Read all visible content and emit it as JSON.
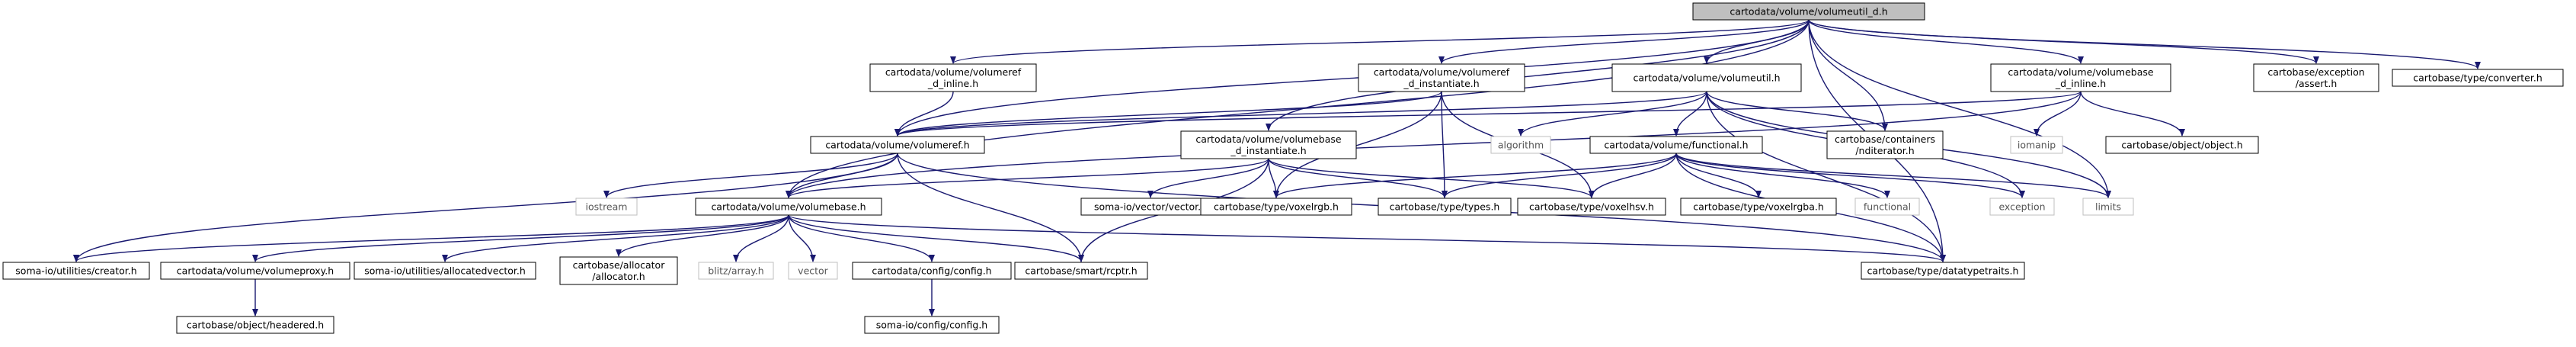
{
  "graph": {
    "title": "cartodata/volume/volumeutil_d.h",
    "nodes": {
      "root": {
        "lines": [
          "cartodata/volume/volumeutil_d.h"
        ],
        "kind": "root"
      },
      "volumeref_d_inline": {
        "lines": [
          "cartodata/volume/volumeref",
          "_d_inline.h"
        ],
        "kind": "file"
      },
      "volumeref_d_instantiate": {
        "lines": [
          "cartodata/volume/volumeref",
          "_d_instantiate.h"
        ],
        "kind": "file"
      },
      "volumeutil_h": {
        "lines": [
          "cartodata/volume/volumeutil.h"
        ],
        "kind": "file"
      },
      "volumebase_d_inline": {
        "lines": [
          "cartodata/volume/volumebase",
          "_d_inline.h"
        ],
        "kind": "file"
      },
      "assert_h": {
        "lines": [
          "cartobase/exception",
          "/assert.h"
        ],
        "kind": "file"
      },
      "converter_h": {
        "lines": [
          "cartobase/type/converter.h"
        ],
        "kind": "file"
      },
      "volumeref_h": {
        "lines": [
          "cartodata/volume/volumeref.h"
        ],
        "kind": "file"
      },
      "volumebase_d_instantiate": {
        "lines": [
          "cartodata/volume/volumebase",
          "_d_instantiate.h"
        ],
        "kind": "file"
      },
      "algorithm": {
        "lines": [
          "algorithm"
        ],
        "kind": "system"
      },
      "functional_h": {
        "lines": [
          "cartodata/volume/functional.h"
        ],
        "kind": "file"
      },
      "rcontainer_iterator": {
        "lines": [
          "cartobase/containers",
          "/nditerator.h"
        ],
        "kind": "file"
      },
      "iomanip": {
        "lines": [
          "iomanip"
        ],
        "kind": "system"
      },
      "object_h": {
        "lines": [
          "cartobase/object/object.h"
        ],
        "kind": "file"
      },
      "iostream": {
        "lines": [
          "iostream"
        ],
        "kind": "system"
      },
      "volumebase_h": {
        "lines": [
          "cartodata/volume/volumebase.h"
        ],
        "kind": "file"
      },
      "somaio_vector": {
        "lines": [
          "soma-io/vector/vector.h"
        ],
        "kind": "file"
      },
      "voxelrgb_h": {
        "lines": [
          "cartobase/type/voxelrgb.h"
        ],
        "kind": "file"
      },
      "types_h": {
        "lines": [
          "cartobase/type/types.h"
        ],
        "kind": "file"
      },
      "voxelhsv_h": {
        "lines": [
          "cartobase/type/voxelhsv.h"
        ],
        "kind": "file"
      },
      "voxelrgba_h": {
        "lines": [
          "cartobase/type/voxelrgba.h"
        ],
        "kind": "file"
      },
      "functional": {
        "lines": [
          "functional"
        ],
        "kind": "system"
      },
      "exception": {
        "lines": [
          "exception"
        ],
        "kind": "system"
      },
      "limits": {
        "lines": [
          "limits"
        ],
        "kind": "system"
      },
      "creator_h": {
        "lines": [
          "soma-io/utilities/creator.h"
        ],
        "kind": "file"
      },
      "volumeproxy_h": {
        "lines": [
          "cartodata/volume/volumeproxy.h"
        ],
        "kind": "file"
      },
      "allocatedvector_h": {
        "lines": [
          "soma-io/utilities/allocatedvector.h"
        ],
        "kind": "file"
      },
      "allocator_h": {
        "lines": [
          "cartobase/allocator",
          "/allocator.h"
        ],
        "kind": "file"
      },
      "blitz_array": {
        "lines": [
          "blitz/array.h"
        ],
        "kind": "system"
      },
      "vector": {
        "lines": [
          "vector"
        ],
        "kind": "system"
      },
      "config_h": {
        "lines": [
          "cartodata/config/config.h"
        ],
        "kind": "file"
      },
      "rcptr_h": {
        "lines": [
          "cartobase/smart/rcptr.h"
        ],
        "kind": "file"
      },
      "datatypetraits_h": {
        "lines": [
          "cartobase/type/datatypetraits.h"
        ],
        "kind": "file"
      },
      "headered_h": {
        "lines": [
          "cartobase/object/headered.h"
        ],
        "kind": "file"
      },
      "somaio_config_h": {
        "lines": [
          "soma-io/config/config.h"
        ],
        "kind": "file"
      }
    },
    "edges": [
      [
        "root",
        "volumeref_d_inline"
      ],
      [
        "root",
        "volumeref_d_instantiate"
      ],
      [
        "root",
        "volumeutil_h"
      ],
      [
        "root",
        "volumebase_d_inline"
      ],
      [
        "root",
        "assert_h"
      ],
      [
        "root",
        "converter_h"
      ],
      [
        "root",
        "volumeref_h"
      ],
      [
        "root",
        "volumebase_d_instantiate"
      ],
      [
        "root",
        "volumebase_h"
      ],
      [
        "root",
        "rcontainer_iterator"
      ],
      [
        "root",
        "limits"
      ],
      [
        "root",
        "datatypetraits_h"
      ],
      [
        "volumeref_d_inline",
        "volumeref_h"
      ],
      [
        "volumeref_d_instantiate",
        "volumeref_h"
      ],
      [
        "volumeref_d_instantiate",
        "voxelrgb_h"
      ],
      [
        "volumeref_d_instantiate",
        "types_h"
      ],
      [
        "volumeref_d_instantiate",
        "voxelhsv_h"
      ],
      [
        "volumeutil_h",
        "volumeref_h"
      ],
      [
        "volumeutil_h",
        "algorithm"
      ],
      [
        "volumeutil_h",
        "functional_h"
      ],
      [
        "volumeutil_h",
        "rcontainer_iterator"
      ],
      [
        "volumeutil_h",
        "exception"
      ],
      [
        "volumeutil_h",
        "limits"
      ],
      [
        "volumeutil_h",
        "datatypetraits_h"
      ],
      [
        "volumebase_d_inline",
        "volumeref_h"
      ],
      [
        "volumebase_d_inline",
        "iomanip"
      ],
      [
        "volumebase_d_inline",
        "object_h"
      ],
      [
        "volumebase_d_inline",
        "volumebase_h"
      ],
      [
        "volumeref_h",
        "iostream"
      ],
      [
        "volumeref_h",
        "volumebase_h"
      ],
      [
        "volumeref_h",
        "creator_h"
      ],
      [
        "volumeref_h",
        "rcptr_h"
      ],
      [
        "volumeref_h",
        "datatypetraits_h"
      ],
      [
        "volumebase_d_instantiate",
        "volumebase_h"
      ],
      [
        "volumebase_d_instantiate",
        "somaio_vector"
      ],
      [
        "volumebase_d_instantiate",
        "voxelrgb_h"
      ],
      [
        "volumebase_d_instantiate",
        "types_h"
      ],
      [
        "volumebase_d_instantiate",
        "voxelhsv_h"
      ],
      [
        "volumebase_d_instantiate",
        "rcptr_h"
      ],
      [
        "functional_h",
        "voxelrgb_h"
      ],
      [
        "functional_h",
        "types_h"
      ],
      [
        "functional_h",
        "voxelhsv_h"
      ],
      [
        "functional_h",
        "voxelrgba_h"
      ],
      [
        "functional_h",
        "functional"
      ],
      [
        "functional_h",
        "exception"
      ],
      [
        "functional_h",
        "limits"
      ],
      [
        "functional_h",
        "datatypetraits_h"
      ],
      [
        "volumebase_h",
        "creator_h"
      ],
      [
        "volumebase_h",
        "volumeproxy_h"
      ],
      [
        "volumebase_h",
        "allocatedvector_h"
      ],
      [
        "volumebase_h",
        "allocator_h"
      ],
      [
        "volumebase_h",
        "blitz_array"
      ],
      [
        "volumebase_h",
        "vector"
      ],
      [
        "volumebase_h",
        "config_h"
      ],
      [
        "volumebase_h",
        "rcptr_h"
      ],
      [
        "volumebase_h",
        "datatypetraits_h"
      ],
      [
        "volumeproxy_h",
        "headered_h"
      ],
      [
        "config_h",
        "somaio_config_h"
      ]
    ],
    "colors": {
      "edge": "#191970",
      "file_border": "#000000",
      "file_fill": "#ffffff",
      "root_fill": "#bfbfbf",
      "system_border": "#bfbfbf",
      "system_text": "#555555",
      "text": "#000000"
    }
  }
}
